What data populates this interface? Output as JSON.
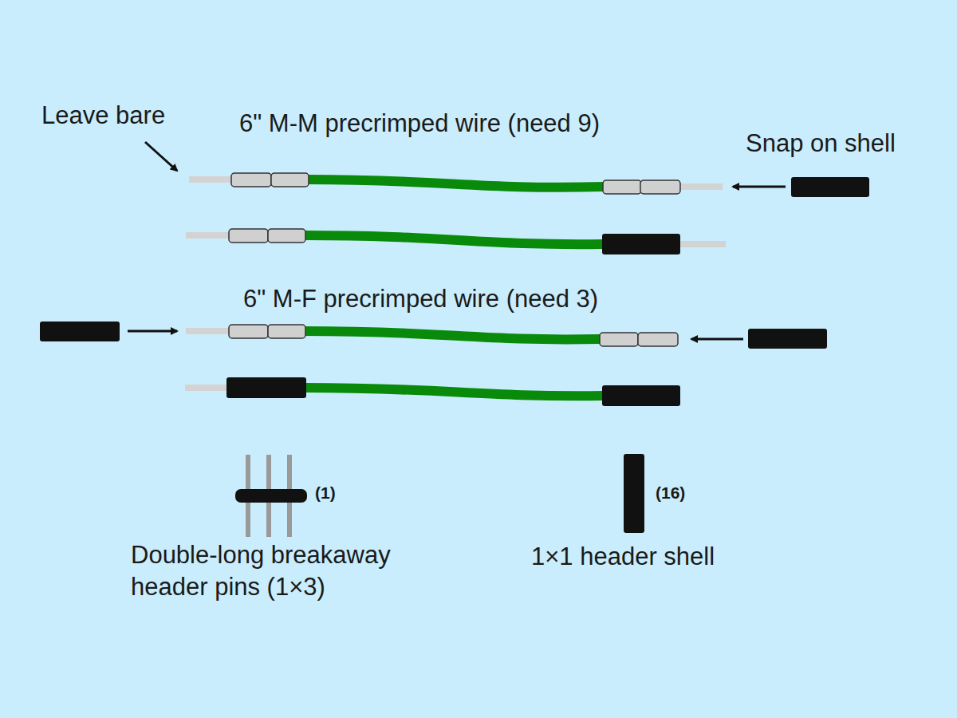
{
  "diagram": {
    "labels": [
      "Leave bare",
      "6\" M-M precrimped wire (need 9)",
      "Snap on shell",
      "6\" M-F precrimped wire (need 3)",
      "(1)",
      "Double-long breakaway header pins (1×3)",
      "(16)",
      "1×1 header shell"
    ]
  }
}
